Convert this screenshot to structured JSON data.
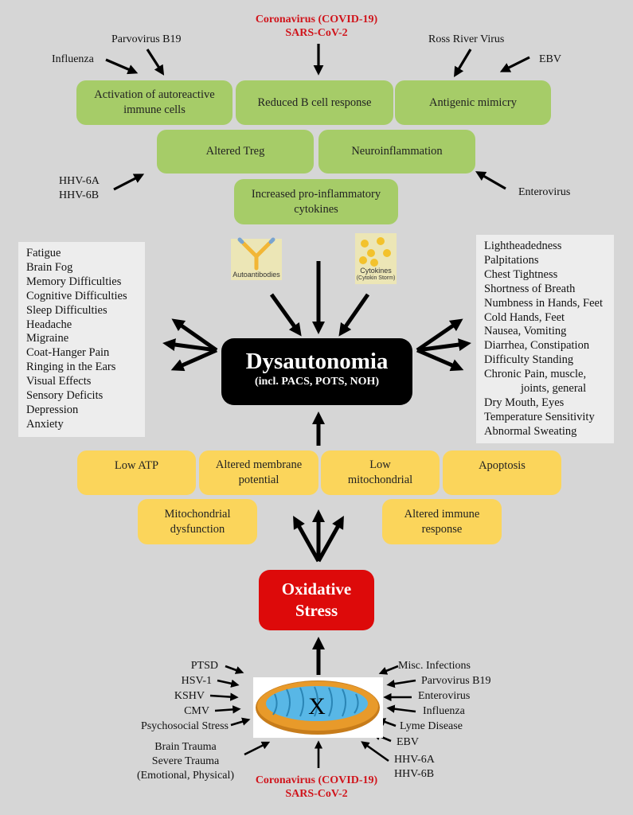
{
  "top_cause": {
    "line1": "Coronavirus (COVID-19)",
    "line2": "SARS-CoV-2"
  },
  "top_triggers": {
    "parvovirus": "Parvovirus B19",
    "influenza": "Influenza",
    "ross_river": "Ross River Virus",
    "ebv": "EBV",
    "hhv6a": "HHV-6A",
    "hhv6b": "HHV-6B",
    "enterovirus": "Enterovirus"
  },
  "immune_mechanisms": {
    "activation_l1": "Activation of autoreactive",
    "activation_l2": "immune cells",
    "reduced_b": "Reduced B cell response",
    "mimicry": "Antigenic mimicry",
    "treg": "Altered Treg",
    "neuro": "Neuroinflammation",
    "cytokines_l1": "Increased pro-inflammatory",
    "cytokines_l2": "cytokines"
  },
  "icons": {
    "autoantibodies": "Autoantibodies",
    "cytokines": "Cytokines",
    "cytokine_storm": "(Cytokin Storm)"
  },
  "left_symptoms": [
    "Fatigue",
    "Brain Fog",
    "Memory Difficulties",
    "Cognitive Difficulties",
    "Sleep Difficulties",
    "Headache",
    "Migraine",
    "Coat-Hanger Pain",
    "Ringing in the Ears",
    "Visual Effects",
    "Sensory Deficits",
    "Depression",
    "Anxiety"
  ],
  "right_symptoms": [
    "Lightheadedness",
    "Palpitations",
    "Chest Tightness",
    "Shortness of Breath",
    "Numbness in Hands, Feet",
    "Cold Hands, Feet",
    "Nausea, Vomiting",
    "Diarrhea, Constipation",
    "Difficulty Standing",
    "Chronic Pain, muscle,",
    "joints, general",
    "Dry Mouth, Eyes",
    "Temperature Sensitivity",
    "Abnormal Sweating"
  ],
  "dysautonomia": {
    "title": "Dysautonomia",
    "subtitle": "(incl. PACS, POTS, NOH)"
  },
  "mito_effects": {
    "low_atp": "Low ATP",
    "membrane_l1": "Altered membrane",
    "membrane_l2": "potential",
    "low_mito_l1": "Low",
    "low_mito_l2": "mitochondrial",
    "apoptosis": "Apoptosis",
    "dysfunction_l1": "Mitochondrial",
    "dysfunction_l2": "dysfunction",
    "immune_l1": "Altered immune",
    "immune_l2": "response"
  },
  "oxidative": {
    "line1": "Oxidative",
    "line2": "Stress"
  },
  "mito_mark": "X",
  "bottom_left": {
    "ptsd": "PTSD",
    "hsv1": "HSV-1",
    "kshv": "KSHV",
    "cmv": "CMV",
    "psycho": "Psychosocial Stress",
    "trauma_l1": "Brain Trauma",
    "trauma_l2": "Severe Trauma",
    "trauma_l3": "(Emotional, Physical)"
  },
  "bottom_right": {
    "misc": "Misc. Infections",
    "parvo": "Parvovirus B19",
    "entero": "Enterovirus",
    "influenza": "Influenza",
    "lyme": "Lyme Disease",
    "ebv": "EBV",
    "hhv6a": "HHV-6A",
    "hhv6b": "HHV-6B"
  },
  "bottom_cause": {
    "line1": "Coronavirus (COVID-19)",
    "line2": "SARS-CoV-2"
  },
  "colors": {
    "background": "#d6d6d6",
    "immune_box": "#a6cc68",
    "cell_box": "#fbd55b",
    "dysautonomia": "#000000",
    "oxidative": "#dd0a0a",
    "covid_text": "#d0151c"
  }
}
